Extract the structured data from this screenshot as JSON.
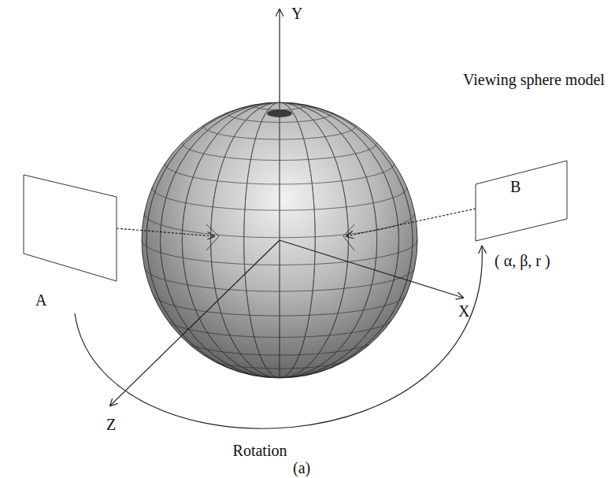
{
  "diagram": {
    "caption": "(a)",
    "nodes": [
      {
        "text": [
          "A"
        ]
      },
      {
        "text": [
          "B"
        ]
      }
    ],
    "edges": [
      {
        "from": 0,
        "to": 1,
        "arrow": "to",
        "label": "Rotation"
      }
    ],
    "labels": [
      "Y",
      "Viewing sphere model",
      "( α, β, r )",
      "X",
      "Z"
    ]
  }
}
